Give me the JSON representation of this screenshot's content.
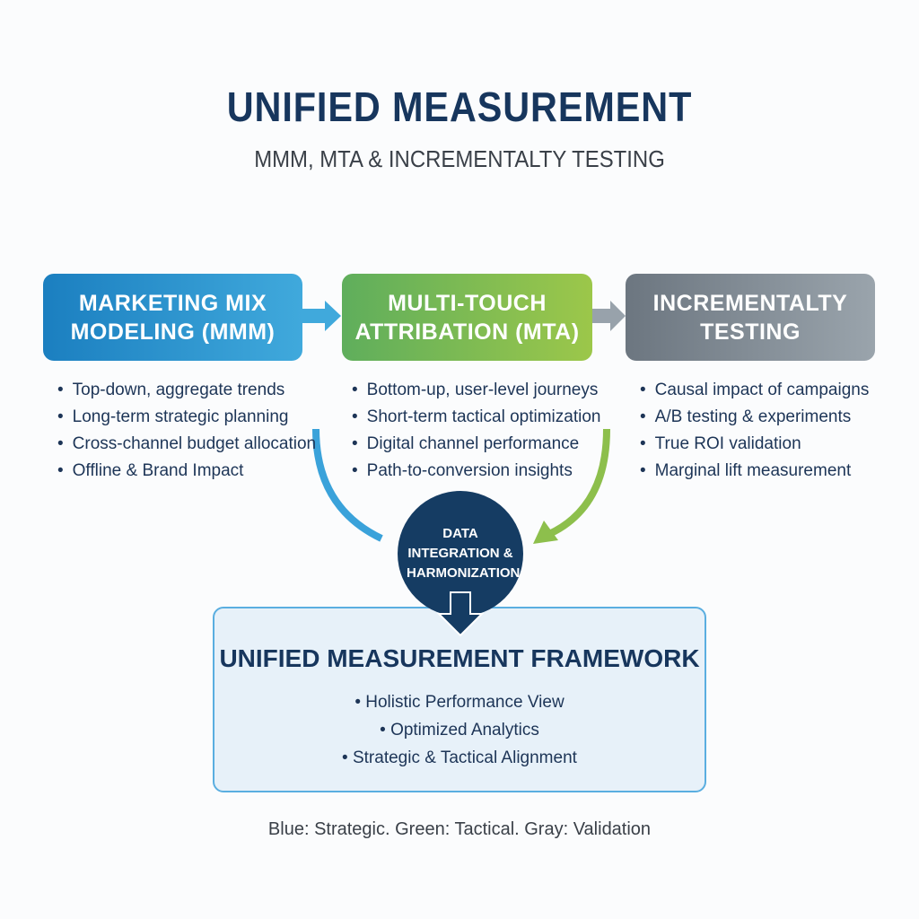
{
  "title": "UNIFIED MEASUREMENT",
  "subtitle": "MMM, MTA & INCREMENTALTY TESTING",
  "boxes": [
    {
      "label": "MARKETING MIX MODELING (MMM)",
      "color": "#1b7fc0",
      "bullets": [
        "Top-down, aggregate trends",
        "Long-term strategic planning",
        "Cross-channel budget allocation",
        "Offline & Brand Impact"
      ]
    },
    {
      "label": "MULTI-TOUCH ATTRIBATION (MTA)",
      "color": "#7dbb50",
      "bullets": [
        "Bottom-up, user-level journeys",
        "Short-term tactical optimization",
        "Digital channel performance",
        "Path-to-conversion insights"
      ]
    },
    {
      "label": "INCREMENTALTY TESTING",
      "color": "#7d8790",
      "bullets": [
        "Causal impact of campaigns",
        "A/B testing & experiments",
        "True ROI validation",
        "Marginal lift measurement"
      ]
    }
  ],
  "hub": "DATA INTEGRATION & HARMONIZATION",
  "framework": {
    "title": "UNIFIED MEASUREMENT FRAMEWORK",
    "bullets": [
      "Holistic Performance View",
      "Optimized Analytics",
      "Strategic & Tactical Alignment"
    ]
  },
  "legend": "Blue: Strategic. Green: Tactical. Gray: Validation"
}
